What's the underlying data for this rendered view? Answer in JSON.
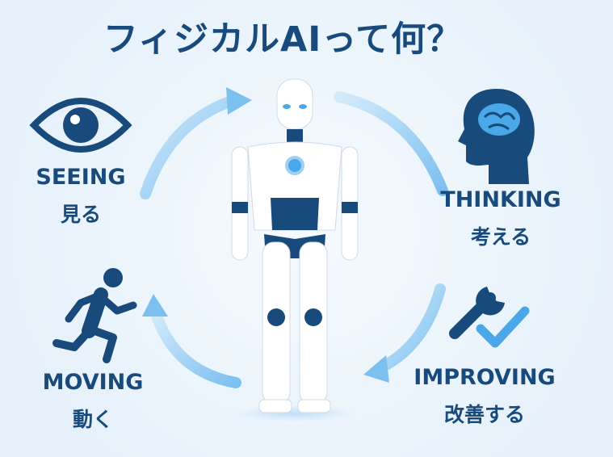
{
  "title": "フィジカルAIって何？",
  "steps": [
    {
      "en": "SEEING",
      "jp": "見る",
      "icon": "eye-icon"
    },
    {
      "en": "THINKING",
      "jp": "考える",
      "icon": "brain-head-icon"
    },
    {
      "en": "IMPROVING",
      "jp": "改善する",
      "icon": "wrench-check-icon"
    },
    {
      "en": "MOVING",
      "jp": "動く",
      "icon": "running-person-icon"
    }
  ],
  "colors": {
    "primary": "#184a7c",
    "accent": "#4aa8e8",
    "arrow": "#8cc8f2",
    "background": "#eaf4fc"
  }
}
